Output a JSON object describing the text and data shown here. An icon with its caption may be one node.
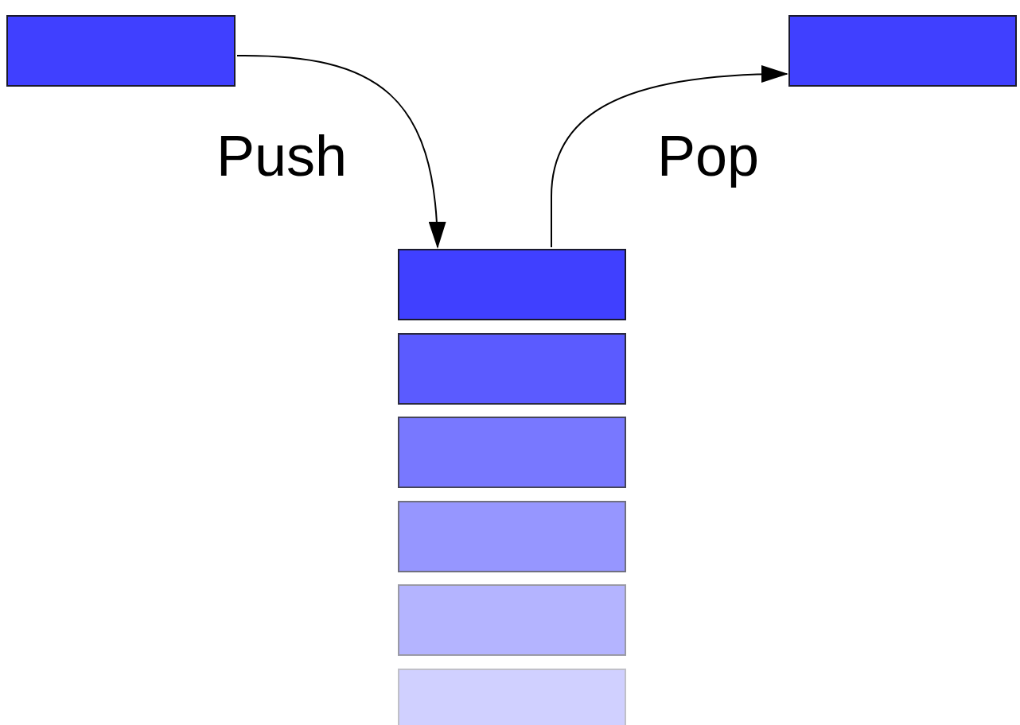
{
  "diagram": {
    "nodes": [
      {
        "text": [],
        "shape": "box"
      },
      {
        "text": [],
        "shape": "box"
      },
      {
        "text": [],
        "shape": "box"
      },
      {
        "text": [],
        "shape": "box"
      },
      {
        "text": [],
        "shape": "box"
      },
      {
        "text": [],
        "shape": "box"
      },
      {
        "text": [],
        "shape": "box"
      },
      {
        "text": [],
        "shape": "box"
      }
    ],
    "edges": [
      {
        "from": 0,
        "to": 2,
        "arrow": "to",
        "label": "Push"
      },
      {
        "from": 2,
        "to": 1,
        "arrow": "to",
        "label": "Pop"
      }
    ]
  }
}
